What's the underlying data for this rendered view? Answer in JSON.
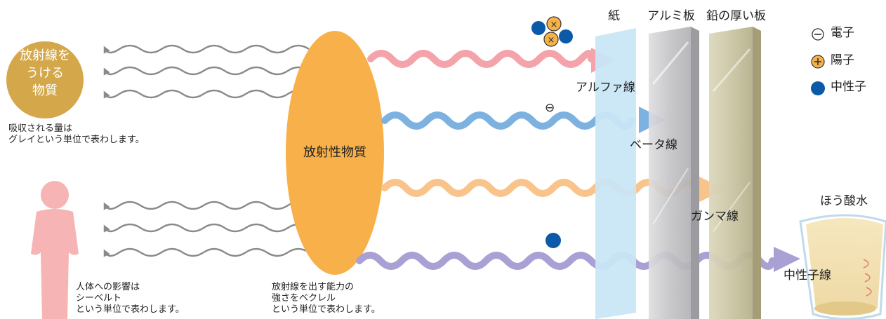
{
  "labels": {
    "receiving_line1": "放射線を",
    "receiving_line2": "うける",
    "receiving_line3": "物質",
    "gray_line1": "吸収される量は",
    "gray_line2": "グレイという単位で表わします。",
    "source": "放射性物質",
    "sievert_line1": "人体への影響は",
    "sievert_line2": "シーベルト",
    "sievert_line3": "という単位で表わします。",
    "becquerel_line1": "放射線を出す能力の",
    "becquerel_line2": "強さをベクレル",
    "becquerel_line3": "という単位で表わします。",
    "alpha": "アルファ線",
    "beta": "ベータ線",
    "gamma": "ガンマ線",
    "neutron": "中性子線",
    "paper": "紙",
    "aluminum": "アルミ板",
    "lead": "鉛の厚い板",
    "boric_water": "ほう酸水",
    "electron_symbol": "⊖"
  },
  "legend": [
    {
      "symbol": "minus-circle",
      "label": "電子"
    },
    {
      "symbol": "plus-circle",
      "label": "陽子"
    },
    {
      "symbol": "filled-circle",
      "label": "中性子"
    }
  ],
  "colors": {
    "source": "#f8b14a",
    "receiving": "#d4a84a",
    "human": "#f6b4b4",
    "alpha": "#f4a3ab",
    "beta": "#7db2e0",
    "gamma": "#f9c48c",
    "neutron": "#a9a0d4",
    "arrow_gray": "#8a8a8a",
    "paper": "#c9e6f6",
    "aluminum": "#c9c9cc",
    "lead": "#c8c3a2",
    "neutron_particle": "#0b5aa8",
    "proton": "#f6b24a"
  }
}
